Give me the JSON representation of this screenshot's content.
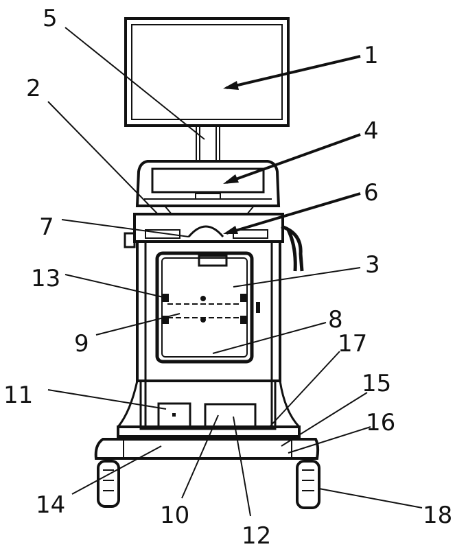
{
  "figure": {
    "labels": [
      "1",
      "2",
      "3",
      "4",
      "5",
      "6",
      "7",
      "8",
      "9",
      "10",
      "11",
      "12",
      "13",
      "14",
      "15",
      "16",
      "17",
      "18"
    ],
    "colors": {
      "ink": "#111111",
      "background": "#ffffff"
    }
  }
}
